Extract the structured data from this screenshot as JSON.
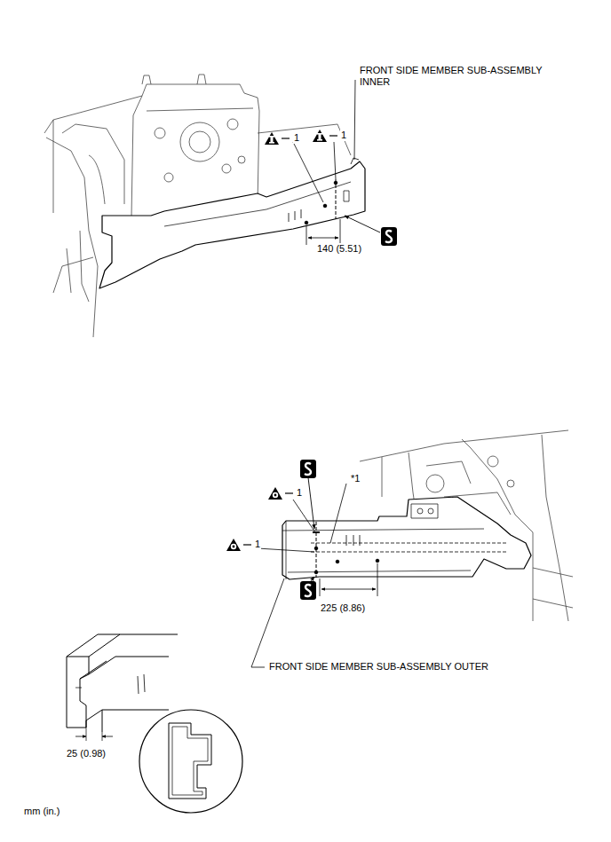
{
  "diagram": {
    "labels": [
      "FRONT SIDE MEMBER SUB-ASSEMBLY INNER",
      "1",
      "1",
      "140 (5.51)",
      "*1",
      "1",
      "1",
      "225 (8.86)",
      "FRONT SIDE MEMBER SUB-ASSEMBLY OUTER",
      "25 (0.98)",
      "mm (in.)"
    ]
  }
}
